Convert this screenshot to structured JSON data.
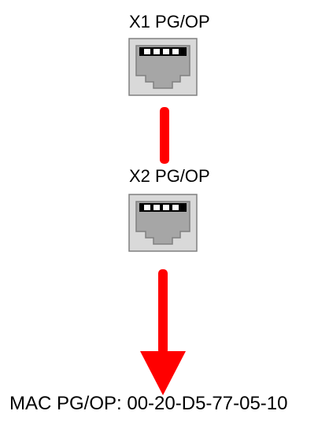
{
  "ports": [
    {
      "label": "X1  PG/OP"
    },
    {
      "label": "X2  PG/OP"
    }
  ],
  "mac": {
    "label": "MAC PG/OP: 00-20-D5-77-05-10"
  },
  "icons": {
    "port": "ethernet-port-icon",
    "cable": "connection-line-icon",
    "arrow": "arrow-down-icon"
  },
  "colors": {
    "connection": "#ff0000",
    "port_frame": "#d9d9d9",
    "port_inner": "#a6a6a6",
    "port_border": "#808080"
  }
}
